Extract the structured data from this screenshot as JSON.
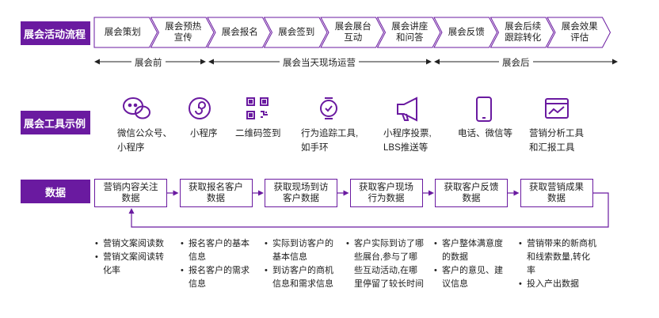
{
  "row_labels": {
    "process": "展会活动流程",
    "tools": "展会工具示例",
    "data": "数据"
  },
  "stages": [
    "展会策划",
    "展会预热\n宣传",
    "展会报名",
    "展会签到",
    "展会展台\n互动",
    "展会讲座\n和问答",
    "展会反馈",
    "展会后续\n跟踪转化",
    "展会效果\n评估"
  ],
  "phases": {
    "before": "展会前",
    "during": "展会当天现场运营",
    "after": "展会后"
  },
  "tools": [
    {
      "icon": "wechat-icon",
      "label": "微信公众号、\n小程序"
    },
    {
      "icon": "mini-program-icon",
      "label": "小程序"
    },
    {
      "icon": "qr-code-icon",
      "label": "二维码签到"
    },
    {
      "icon": "wristband-icon",
      "label": "行为追踪工具,\n如手环"
    },
    {
      "icon": "megaphone-icon",
      "label": "小程序投票,\nLBS推送等"
    },
    {
      "icon": "phone-icon",
      "label": "电话、微信等"
    },
    {
      "icon": "analytics-icon",
      "label": "营销分析工具\n和汇报工具"
    }
  ],
  "data_steps": [
    "营销内容关注\n数据",
    "获取报名客户\n数据",
    "获取现场到访\n客户数据",
    "获取客户现场\n行为数据",
    "获取客户反馈\n数据",
    "获取营销成果\n数据"
  ],
  "data_details": [
    [
      "营销文案阅读数",
      "营销文案阅读转化率"
    ],
    [
      "报名客户的基本信息",
      "报名客户的需求信息"
    ],
    [
      "实际到访客户的基本信息",
      "到访客户的商机信息和需求信息"
    ],
    [
      "客户实际到访了哪些展台,参与了哪些互动活动,在哪里停留了较长时间"
    ],
    [
      "客户整体满意度的数据",
      "客户的意见、建议信息"
    ],
    [
      "营销带来的新商机和线索数量,转化率",
      "投入产出数据"
    ]
  ],
  "colors": {
    "accent": "#6a1aa0",
    "text": "#222222"
  }
}
